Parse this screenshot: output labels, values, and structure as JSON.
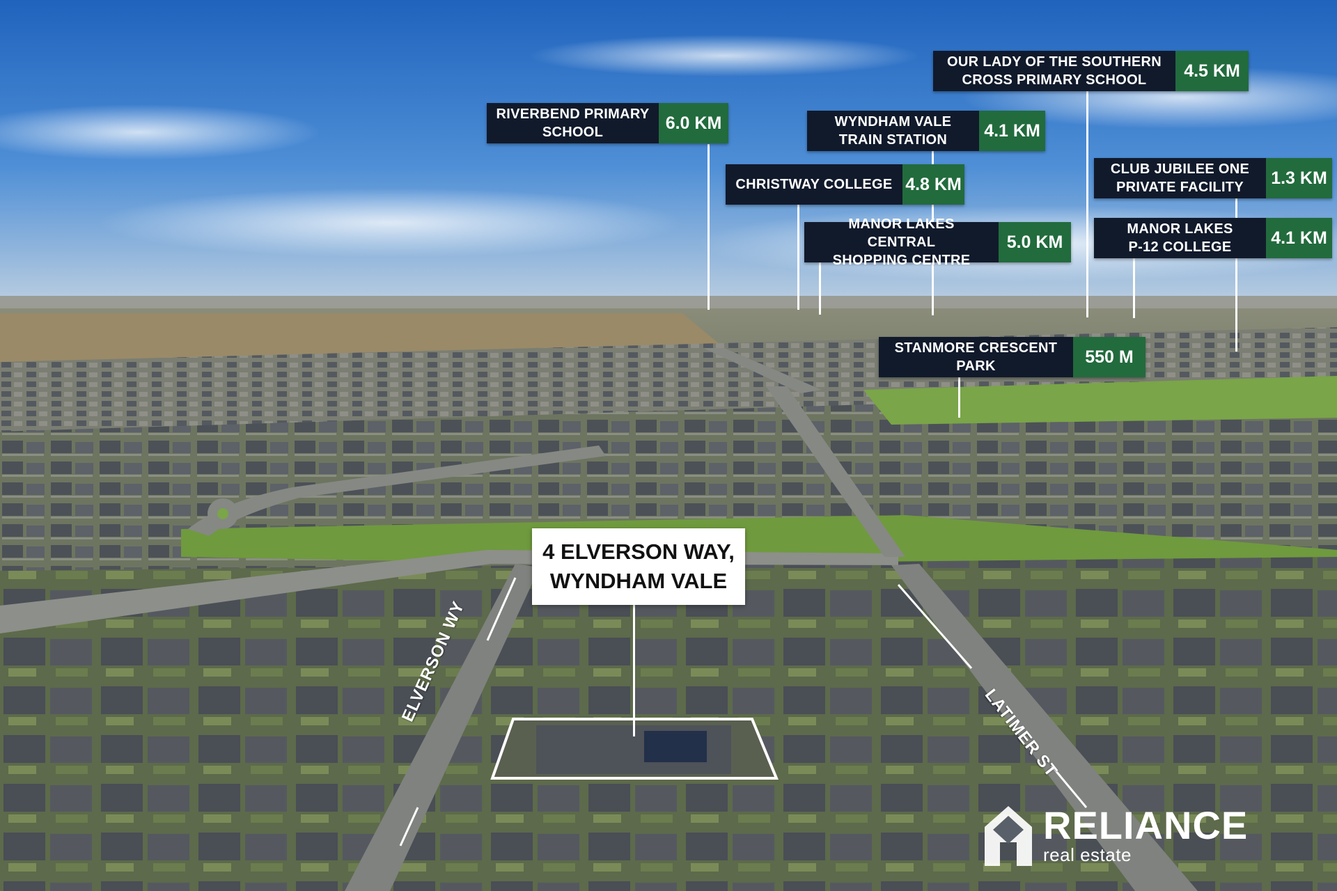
{
  "property": {
    "line1": "4 ELVERSON WAY,",
    "line2": "WYNDHAM VALE"
  },
  "streets": {
    "elverson": "ELVERSON WY",
    "latimer": "LATIMER ST"
  },
  "pois": [
    {
      "name_l1": "RIVERBEND PRIMARY",
      "name_l2": "SCHOOL",
      "distance": "6.0 KM"
    },
    {
      "name_l1": "WYNDHAM VALE",
      "name_l2": "TRAIN STATION",
      "distance": "4.1 KM"
    },
    {
      "name_l1": "OUR LADY OF THE SOUTHERN",
      "name_l2": "CROSS PRIMARY SCHOOL",
      "distance": "4.5 KM"
    },
    {
      "name_l1": "CHRISTWAY COLLEGE",
      "name_l2": "",
      "distance": "4.8 KM"
    },
    {
      "name_l1": "MANOR LAKES CENTRAL",
      "name_l2": "SHOPPING CENTRE",
      "distance": "5.0 KM"
    },
    {
      "name_l1": "CLUB JUBILEE ONE",
      "name_l2": "PRIVATE FACILITY",
      "distance": "1.3 KM"
    },
    {
      "name_l1": "MANOR LAKES",
      "name_l2": "P-12 COLLEGE",
      "distance": "4.1 KM"
    },
    {
      "name_l1": "STANMORE CRESCENT",
      "name_l2": "PARK",
      "distance": "550 M"
    }
  ],
  "logo": {
    "brand": "RELIANCE",
    "tagline": "real estate"
  },
  "colors": {
    "label_bg": "#111a2b",
    "distance_bg": "#226b3d",
    "sky": "#2f75c8",
    "grass": "#6f9a3e"
  }
}
